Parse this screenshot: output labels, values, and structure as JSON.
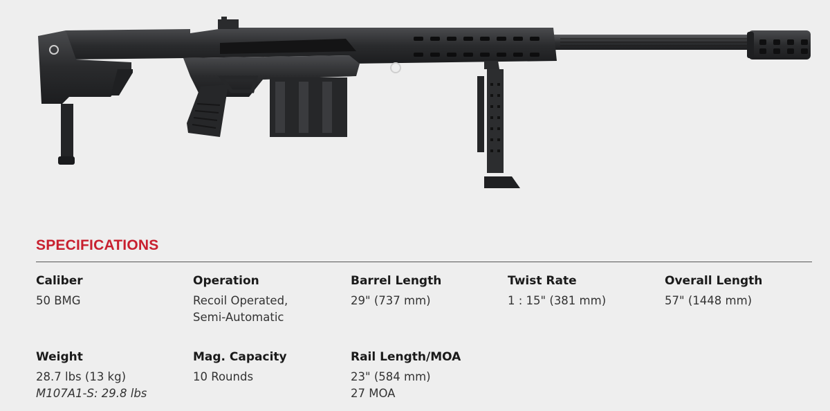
{
  "specs": {
    "title": "SPECIFICATIONS",
    "items": [
      {
        "label": "Caliber",
        "value": "50 BMG",
        "value2": ""
      },
      {
        "label": "Operation",
        "value": "Recoil Operated,",
        "value2": "Semi-Automatic"
      },
      {
        "label": "Barrel Length",
        "value": "29\" (737 mm)",
        "value2": ""
      },
      {
        "label": "Twist Rate",
        "value": "1 : 15\" (381 mm)",
        "value2": ""
      },
      {
        "label": "Overall Length",
        "value": "57\" (1448 mm)",
        "value2": ""
      },
      {
        "label": "Weight",
        "value": "28.7 lbs (13 kg)",
        "value2": "M107A1-S: 29.8 lbs"
      },
      {
        "label": "Mag. Capacity",
        "value": "10 Rounds",
        "value2": ""
      },
      {
        "label": "Rail Length/MOA",
        "value": "23\" (584 mm)",
        "value2": "27 MOA"
      }
    ]
  },
  "colors": {
    "accent": "#c8202f",
    "background": "#eeeeee",
    "rifle": "#2b2c2e"
  },
  "image": {
    "icon": "rifle-product-image"
  }
}
